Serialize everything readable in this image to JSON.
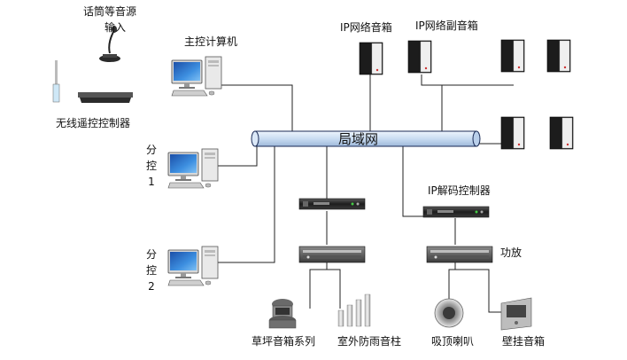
{
  "network": {
    "label": "局域网"
  },
  "labels": {
    "mic_source": "话筒等音源",
    "mic_input": "输入",
    "main_pc": "主控计算机",
    "wireless_controller": "无线遥控控制器",
    "sub1_char1": "分",
    "sub1_char2": "控",
    "sub1_num": "1",
    "sub2_char1": "分",
    "sub2_char2": "控",
    "sub2_num": "2",
    "ip_speaker": "IP网络音箱",
    "ip_sub_speaker": "IP网络副音箱",
    "ip_decoder": "IP解码控制器",
    "amplifier": "功放",
    "lawn_speaker": "草坪音箱系列",
    "outdoor_column": "室外防雨音柱",
    "ceiling_speaker": "吸顶喇叭",
    "wall_speaker": "壁挂音箱"
  },
  "colors": {
    "network_fill": "#d9e8f7",
    "network_stroke": "#1a2a55",
    "line": "#222222",
    "speaker_body": "#1c1c1c",
    "speaker_front": "#f2f2f2",
    "rack": "#2a2a2a",
    "screen": "#2f7fd8"
  }
}
